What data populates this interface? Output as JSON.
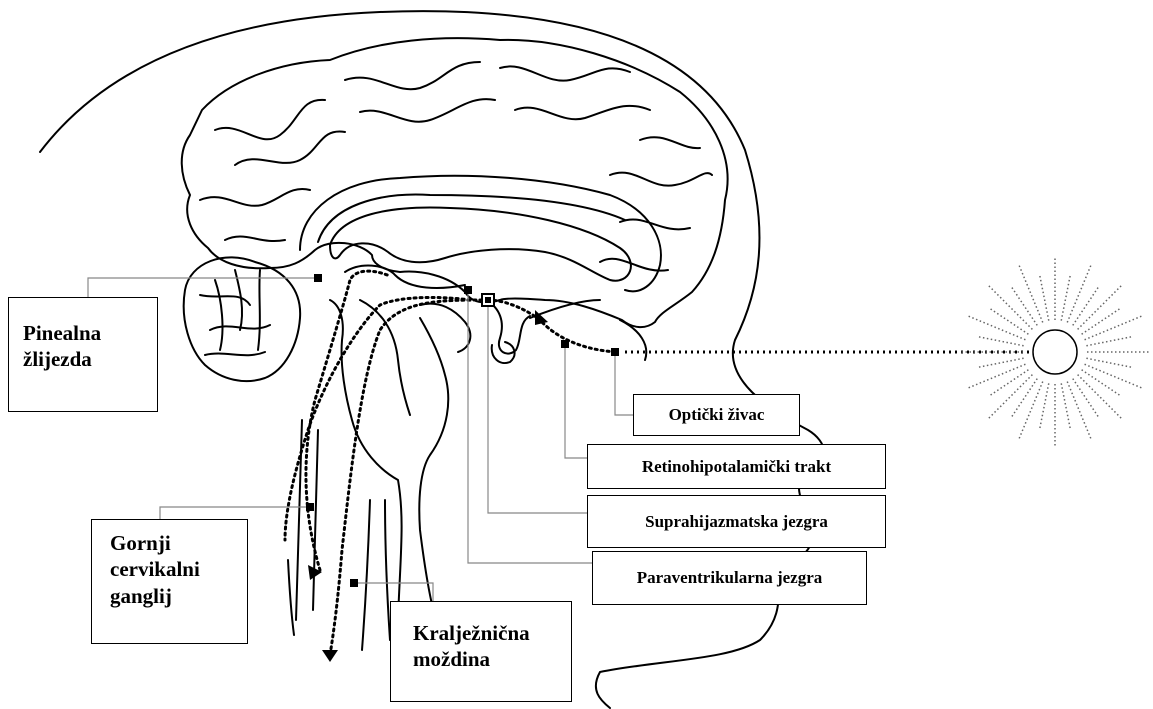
{
  "labels": {
    "pinealna": "Pinealna\nžlijezda",
    "gornji_cervikalni": "Gornji\ncervikalni\nganglij",
    "kraljeznicna": "Kralježnična\nmoždina",
    "opticki": "Optički živac",
    "retinohipotalamicki": "Retinohipotalamički trakt",
    "suprahijazmatska": "Suprahijazmatska jezgra",
    "paraventrikularna": "Paraventrikularna jezgra"
  },
  "colors": {
    "line": "#000000",
    "leader": "#888888",
    "sun_rays": "#666666",
    "background": "#ffffff"
  }
}
